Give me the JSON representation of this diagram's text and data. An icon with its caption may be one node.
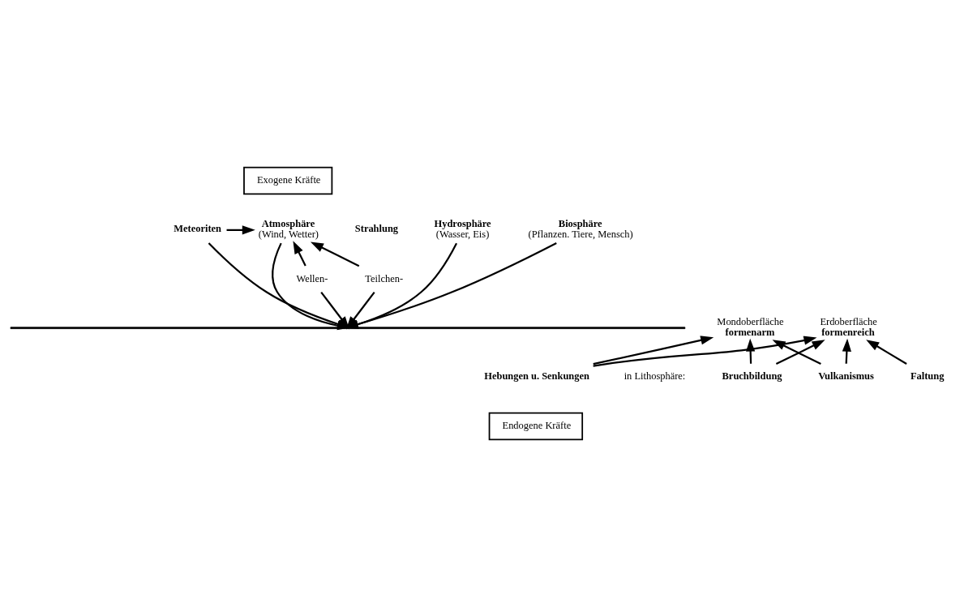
{
  "diagram": {
    "nodes": [
      {
        "text": [
          "Exogene Kräfte"
        ]
      },
      {
        "text": [
          "Meteoriten"
        ]
      },
      {
        "text": [
          "Strahlung"
        ]
      },
      {
        "text": [
          "Teilchen-"
        ]
      },
      {
        "text": [
          "Wellen-"
        ]
      },
      {
        "text": [
          "Atmosphäre",
          "(Wind, Wetter)"
        ]
      },
      {
        "text": [
          "Hydrosphäre",
          "(Wasser, Eis)"
        ]
      },
      {
        "text": [
          "Biosphäre",
          "(Pflanzen. Tiere, Mensch)"
        ]
      },
      {
        "text": [],
        "shape": "bar"
      },
      {
        "text": [
          "Mondoberfläche",
          "formenarm"
        ]
      },
      {
        "text": [
          "Erdoberfläche",
          "formenreich"
        ]
      },
      {
        "text": [
          "Vulkanismus"
        ]
      },
      {
        "text": [
          "Hebungen u. Senkungen"
        ]
      },
      {
        "text": [
          "Bruchbildung"
        ]
      },
      {
        "text": [
          "Faltung"
        ]
      },
      {
        "text": [
          "Endogene Kräfte"
        ]
      }
    ],
    "edges": [
      {
        "from": 1,
        "to": 8,
        "arrow": "to"
      },
      {
        "from": 1,
        "to": 5,
        "arrow": "to"
      },
      {
        "from": 3,
        "to": 5,
        "arrow": "to"
      },
      {
        "from": 4,
        "to": 5,
        "arrow": "to"
      },
      {
        "from": 3,
        "to": 8,
        "arrow": "to"
      },
      {
        "from": 4,
        "to": 8,
        "arrow": "to"
      },
      {
        "from": 5,
        "to": 8,
        "arrow": "to"
      },
      {
        "from": 6,
        "to": 8,
        "arrow": "to"
      },
      {
        "from": 7,
        "to": 8,
        "arrow": "to"
      },
      {
        "from": 11,
        "to": 9,
        "arrow": "to"
      },
      {
        "from": 11,
        "to": 10,
        "arrow": "to"
      },
      {
        "from": 12,
        "to": 9,
        "arrow": "to"
      },
      {
        "from": 12,
        "to": 10,
        "arrow": "to"
      },
      {
        "from": 13,
        "to": 9,
        "arrow": "to"
      },
      {
        "from": 13,
        "to": 10,
        "arrow": "to"
      },
      {
        "from": 14,
        "to": 10,
        "arrow": "to"
      }
    ],
    "labels": [
      "in Lithosphäre:"
    ]
  }
}
